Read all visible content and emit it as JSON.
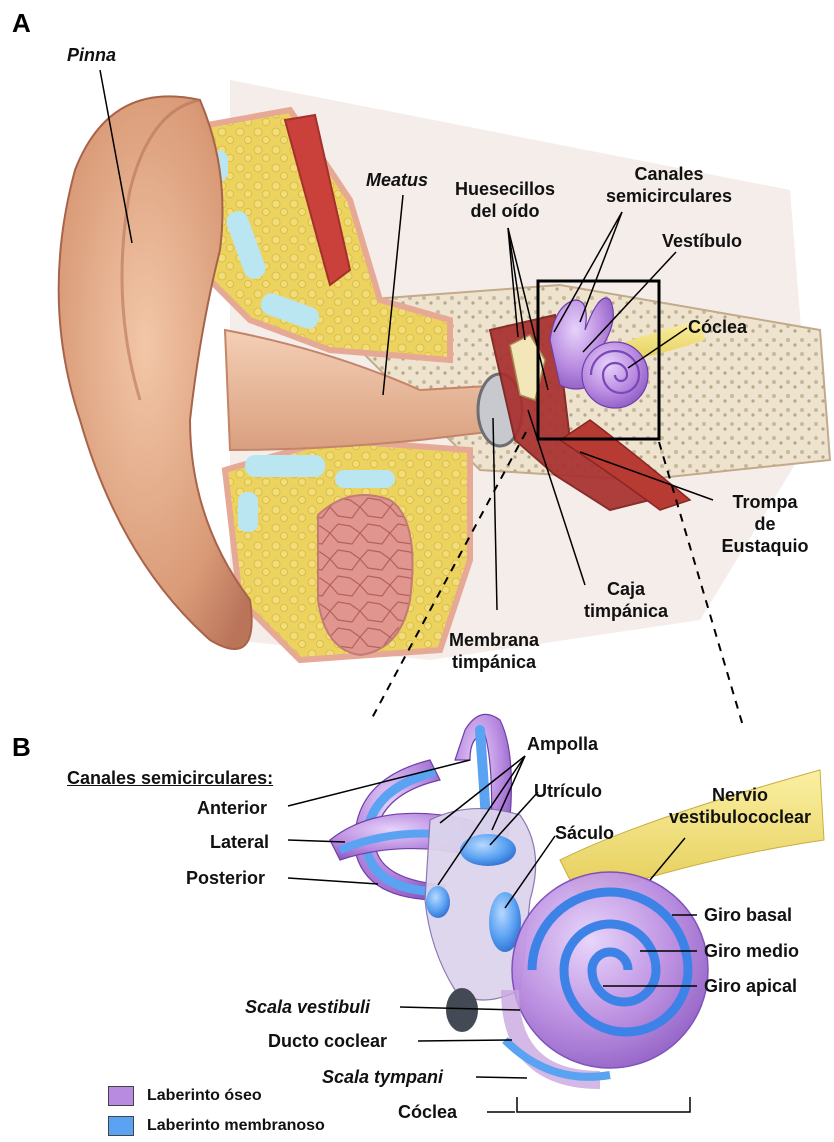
{
  "panels": {
    "a": "A",
    "b": "B"
  },
  "panel_a": {
    "pinna": "Pinna",
    "meatus": "Meatus",
    "ossicles": [
      "Huesecillos",
      "del oído"
    ],
    "semicircular": [
      "Canales",
      "semicirculares"
    ],
    "vestibule": "Vestíbulo",
    "cochlea": "Cóclea",
    "eustachian": [
      "Trompa",
      "de",
      "Eustaquio"
    ],
    "tympanic_cavity": [
      "Caja",
      "timpánica"
    ],
    "tympanic_membrane": [
      "Membrana",
      "timpánica"
    ]
  },
  "panel_b": {
    "canals_heading": "Canales semicirculares:",
    "anterior": "Anterior",
    "lateral": "Lateral",
    "posterior": "Posterior",
    "ampulla": "Ampolla",
    "utricle": "Utrículo",
    "saccule": "Sáculo",
    "nerve": [
      "Nervio",
      "vestibulococlear"
    ],
    "basal_turn": "Giro basal",
    "middle_turn": "Giro medio",
    "apical_turn": "Giro apical",
    "scala_vestibuli": "Scala vestibuli",
    "cochlear_duct": "Ducto coclear",
    "scala_tympani": "Scala tympani",
    "cochlea": "Cóclea"
  },
  "legend": {
    "bony": "Laberinto óseo",
    "membranous": "Laberinto membranoso"
  },
  "colors": {
    "bony_labyrinth": "#b98be0",
    "membranous_labyrinth": "#5aa2f2"
  }
}
